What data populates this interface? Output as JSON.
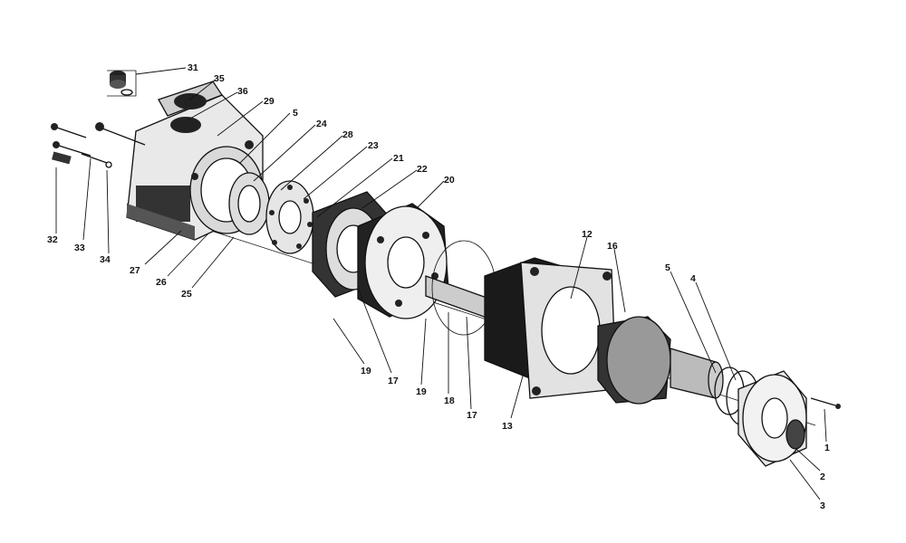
{
  "diagram": {
    "part_labels": [
      "31",
      "35",
      "36",
      "29",
      "5",
      "24",
      "28",
      "23",
      "21",
      "22",
      "20",
      "32",
      "33",
      "34",
      "27",
      "26",
      "25",
      "19",
      "17",
      "19",
      "18",
      "17",
      "13",
      "12",
      "16",
      "5",
      "4",
      "1",
      "2",
      "3"
    ]
  }
}
